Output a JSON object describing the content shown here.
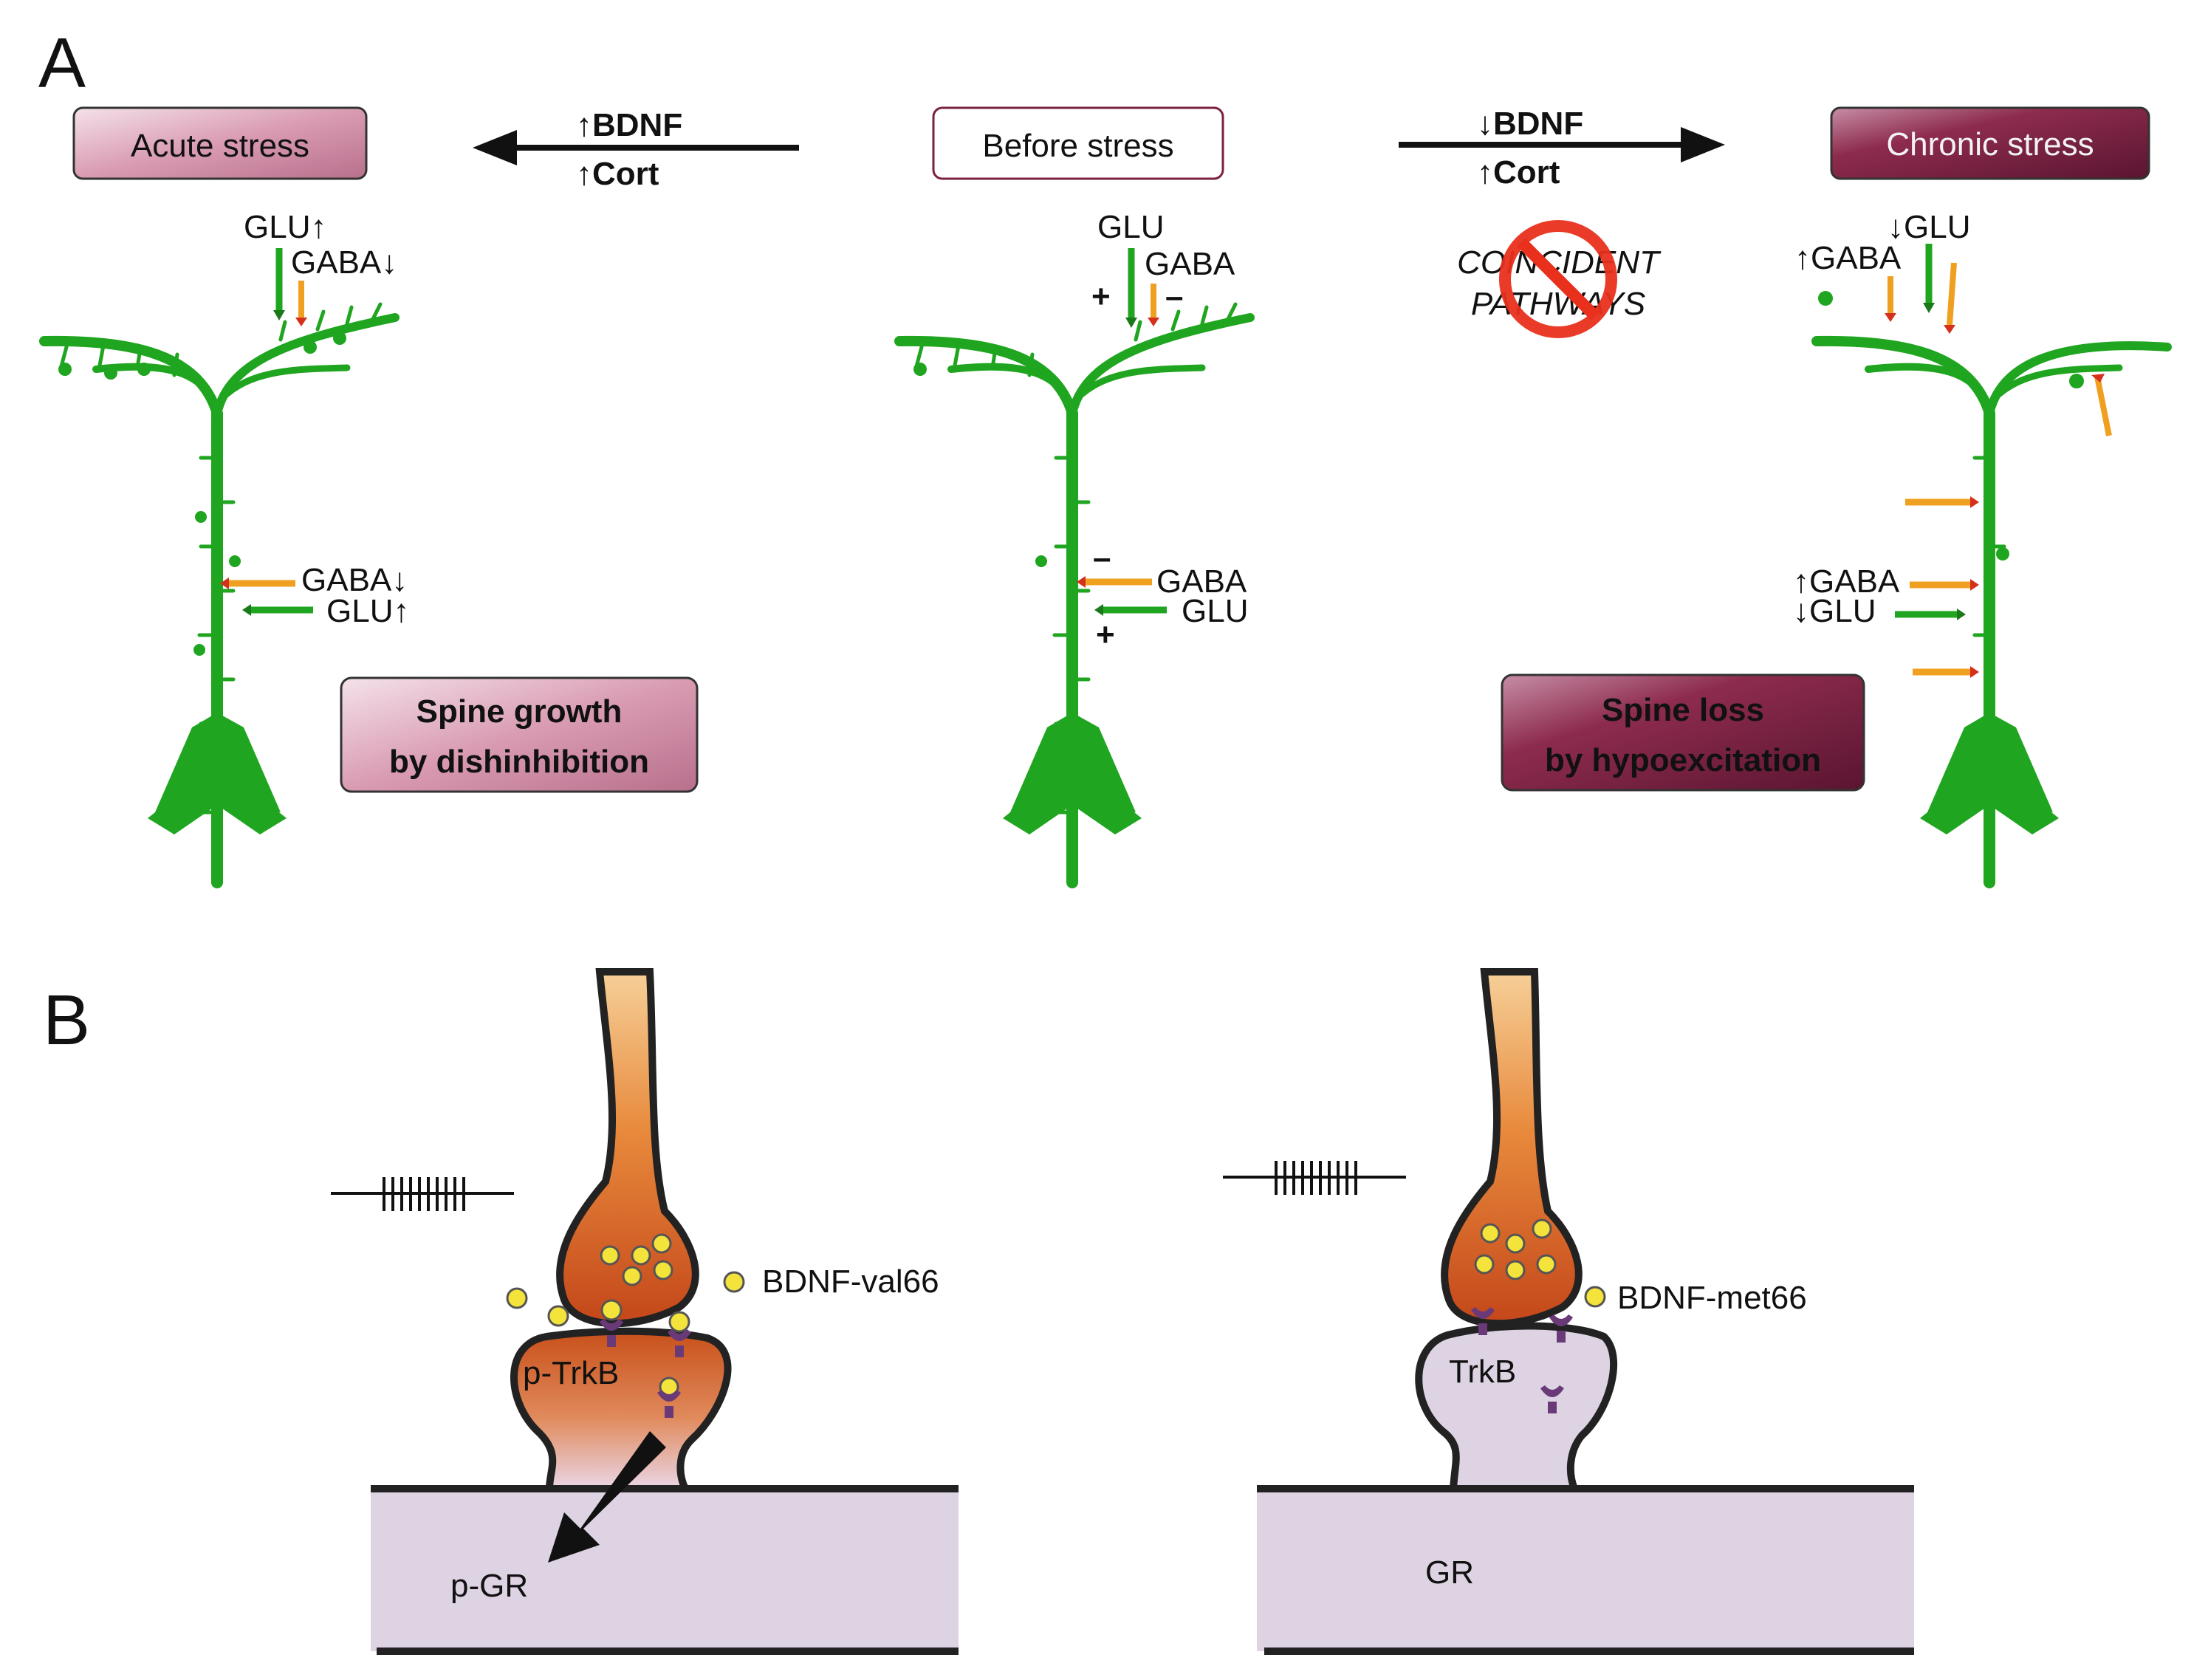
{
  "panel_a": {
    "letter": "A",
    "acute_box": "Acute stress",
    "before_box": "Before stress",
    "chronic_box": "Chronic stress",
    "left_arrow": {
      "line1": "↑BDNF",
      "line2": "↑Cort"
    },
    "right_arrow": {
      "line1": "↓BDNF",
      "line2": "↑Cort"
    },
    "coincident": {
      "line1": "COINCIDENT",
      "line2": "PATHWAYS"
    },
    "acute_labels": {
      "glu_top": "GLU↑",
      "gaba_top": "GABA↓",
      "gaba_mid": "GABA↓",
      "glu_mid": "GLU↑"
    },
    "before_labels": {
      "glu_top": "GLU",
      "gaba_top": "GABA",
      "plus": "+",
      "minus": "–",
      "gaba_mid": "GABA",
      "glu_mid": "GLU"
    },
    "chronic_labels": {
      "glu_top": "↓GLU",
      "gaba_top": "↑GABA",
      "gaba_mid": "↑GABA",
      "glu_mid": "↓GLU"
    },
    "spine_growth": {
      "line1": "Spine growth",
      "line2": "by dishinhibition"
    },
    "spine_loss": {
      "line1": "Spine loss",
      "line2": "by hypoexcitation"
    },
    "colors": {
      "neuron": "#1fa51f",
      "gaba": "#f0a020",
      "pink_box": "#d89cb0",
      "maroon_box": "#7a2040"
    }
  },
  "panel_b": {
    "letter": "B",
    "left": {
      "bdnf": "BDNF-val66",
      "receptor": "p-TrkB",
      "gr": "p-GR"
    },
    "right": {
      "bdnf": "BDNF-met66",
      "receptor": "TrkB",
      "gr": "GR"
    },
    "colors": {
      "terminal": "#c8501a",
      "dendrite": "#ddd3e3",
      "vesicle": "#f3e33a",
      "receptor": "#6a3a78"
    }
  }
}
